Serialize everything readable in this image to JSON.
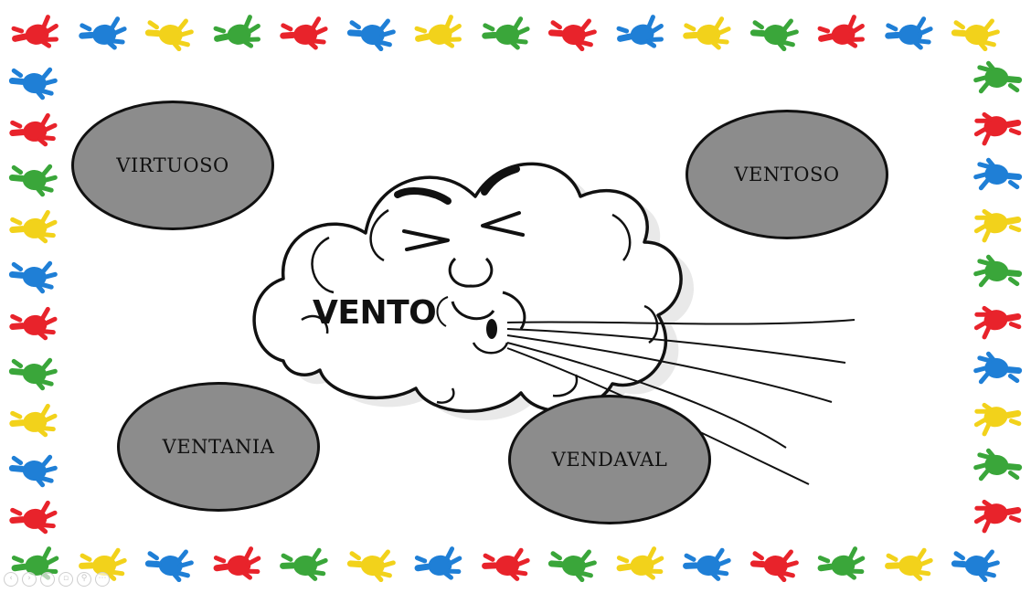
{
  "slide": {
    "center_word": "VENTO",
    "bubbles": [
      {
        "label": "VIRTUOSO"
      },
      {
        "label": "VENTOSO"
      },
      {
        "label": "VENTANIA"
      },
      {
        "label": "VENDAVAL"
      }
    ]
  },
  "border": {
    "hand_colors": [
      "#e8232b",
      "#1f7fd6",
      "#f2d21b",
      "#3aa63a"
    ],
    "icon": "handprint-icon"
  },
  "colors": {
    "bubble_fill": "#8c8c8c",
    "bubble_outline": "#111111",
    "background": "#ffffff"
  },
  "toolbar": {
    "icons": [
      "prev-icon",
      "next-icon",
      "pen-icon",
      "slides-icon",
      "zoom-icon",
      "more-icon"
    ]
  }
}
